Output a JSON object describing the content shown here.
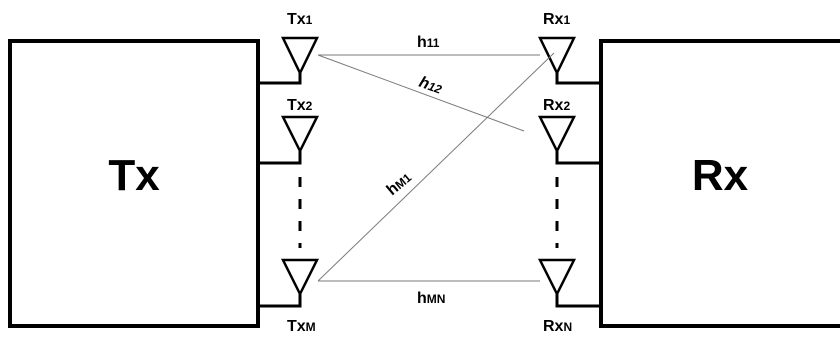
{
  "transmitter": {
    "label": "Tx",
    "antennas": [
      {
        "base": "Tx",
        "index": "1"
      },
      {
        "base": "Tx",
        "index": "2"
      },
      {
        "base": "Tx",
        "index": "M"
      }
    ]
  },
  "receiver": {
    "label": "Rx",
    "antennas": [
      {
        "base": "Rx",
        "index": "1"
      },
      {
        "base": "Rx",
        "index": "2"
      },
      {
        "base": "Rx",
        "index": "N"
      }
    ]
  },
  "channels": [
    {
      "from": "Tx1",
      "to": "Rx1",
      "base": "h",
      "index": "11"
    },
    {
      "from": "Tx1",
      "to": "Rx2",
      "base": "h",
      "index": "12"
    },
    {
      "from": "TxM",
      "to": "Rx1",
      "base": "h",
      "index": "M1"
    },
    {
      "from": "TxM",
      "to": "RxN",
      "base": "h",
      "index": "MN"
    }
  ],
  "colors": {
    "outline": "#000000",
    "channel_line": "#7a7a7a",
    "background": "#ffffff"
  }
}
